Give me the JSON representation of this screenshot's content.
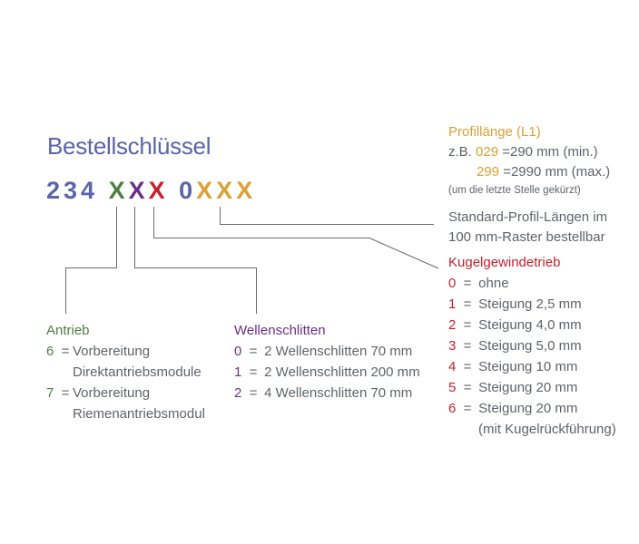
{
  "title": "Bestellschlüssel",
  "code": {
    "prefix": "234",
    "x_antrieb": "X",
    "x_wellenschlitten": "X",
    "x_kugelgewindetrieb": "X",
    "zero": "0",
    "x_profillaenge": "XXX"
  },
  "colors": {
    "title_blue": "#5a64a8",
    "antrieb_green": "#4d8040",
    "wellenschlitten_purple": "#6a2f8c",
    "kugelgewindetrieb_red": "#cc1d2a",
    "profillaenge_orange": "#dca034",
    "text_gray": "#5f6368",
    "line_gray": "#6b6b6b"
  },
  "profillaenge": {
    "heading": "Profillänge (L1)",
    "example_prefix": "z.B.",
    "min": {
      "code": "029",
      "eq": "=",
      "value": "290 mm (min.)"
    },
    "max": {
      "code": "299",
      "eq": "=",
      "value": "2990 mm (max.)"
    },
    "note": "(um die letzte Stelle gekürzt)"
  },
  "standard": {
    "line1": "Standard-Profil-Längen im",
    "line2": "100 mm-Raster bestellbar"
  },
  "kugelgewindetrieb": {
    "heading": "Kugelgewindetrieb",
    "options": [
      {
        "code": "0",
        "eq": "=",
        "label": "ohne"
      },
      {
        "code": "1",
        "eq": "=",
        "label": "Steigung 2,5 mm"
      },
      {
        "code": "2",
        "eq": "=",
        "label": "Steigung 4,0 mm"
      },
      {
        "code": "3",
        "eq": "=",
        "label": "Steigung 5,0 mm"
      },
      {
        "code": "4",
        "eq": "=",
        "label": "Steigung 10 mm"
      },
      {
        "code": "5",
        "eq": "=",
        "label": "Steigung 20 mm"
      },
      {
        "code": "6",
        "eq": "=",
        "label": "Steigung 20 mm",
        "label2": "(mit Kugelrückführung)"
      }
    ]
  },
  "antrieb": {
    "heading": "Antrieb",
    "options": [
      {
        "code": "6",
        "eq": "=",
        "label": "Vorbereitung",
        "label2": "Direktantriebsmodule"
      },
      {
        "code": "7",
        "eq": "=",
        "label": "Vorbereitung",
        "label2": "Riemenantriebsmodul"
      }
    ]
  },
  "wellenschlitten": {
    "heading": "Wellenschlitten",
    "options": [
      {
        "code": "0",
        "eq": "=",
        "label": "2 Wellenschlitten 70 mm"
      },
      {
        "code": "1",
        "eq": "=",
        "label": "2 Wellenschlitten 200 mm"
      },
      {
        "code": "2",
        "eq": "=",
        "label": "4 Wellenschlitten 70 mm"
      }
    ]
  }
}
